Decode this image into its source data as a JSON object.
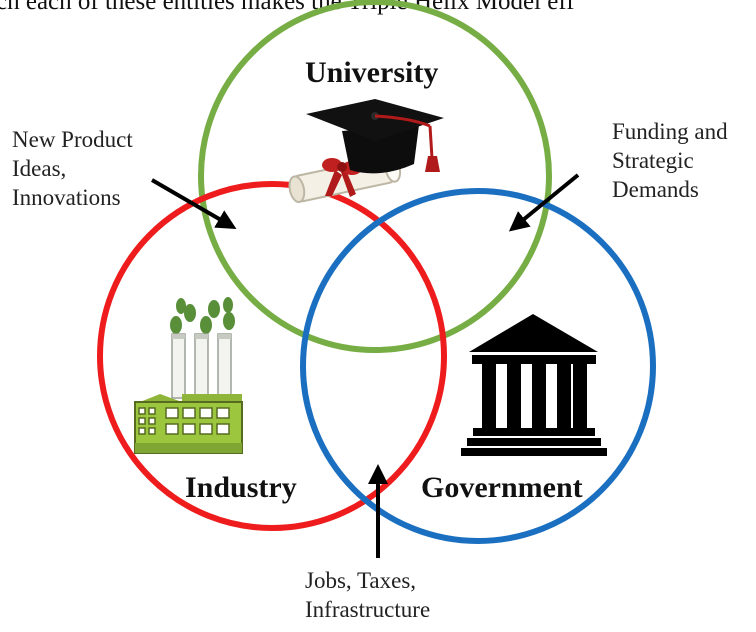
{
  "header": {
    "text": "ch each of these entities makes the Triple Helix Model eff"
  },
  "circles": {
    "university": {
      "label": "University",
      "color": "#77ad45"
    },
    "industry": {
      "label": "Industry",
      "color": "#ee1c1c"
    },
    "government": {
      "label": "Government",
      "color": "#1b6fc0"
    }
  },
  "annotations": {
    "new_product": "New Product\nIdeas,\nInnovations",
    "funding": "Funding and\nStrategic\nDemands",
    "jobs": "Jobs, Taxes,\nInfrastructure"
  },
  "icons": {
    "university": "graduation-cap-diploma-icon",
    "industry": "green-factory-icon",
    "government": "government-building-icon"
  },
  "colors": {
    "factory_green": "#9cc63e",
    "factory_dark": "#566b20",
    "leaf_green": "#5a8f3a"
  }
}
